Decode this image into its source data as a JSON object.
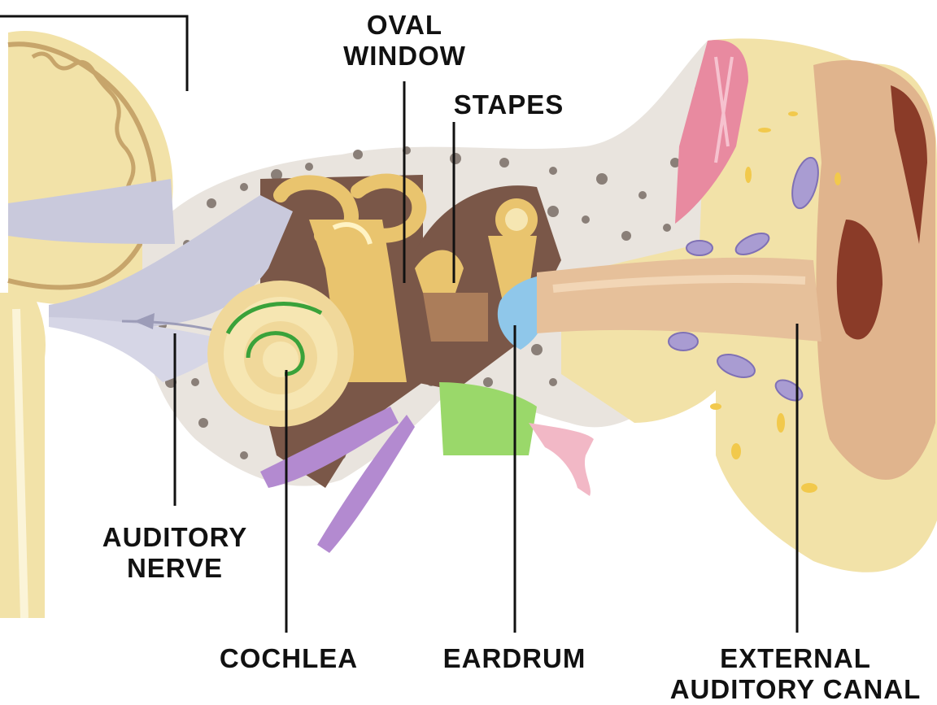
{
  "labels": {
    "oval_window": [
      "OVAL",
      "WINDOW"
    ],
    "stapes": "STAPES",
    "auditory_nerve": [
      "AUDITORY",
      "NERVE"
    ],
    "cochlea": "COCHLEA",
    "eardrum": "EARDRUM",
    "external_auditory_canal": [
      "EXTERNAL",
      "AUDITORY CANAL"
    ]
  },
  "colors": {
    "label_text": "#111111",
    "leader_line": "#111111",
    "bone": "#f2e2a8",
    "bone_light": "#f8efc8",
    "spongy_bone_dots": "#8a7f78",
    "canal_skin": "#e6c09a",
    "pinna_outer": "#e0b48d",
    "pinna_inner": "#8a3b28",
    "muscle_pink": "#e88aa0",
    "nerve_lavender": "#c9c9dc",
    "cochlea_canal": "#3aa23a",
    "cavity_brown": "#7a5748",
    "eardrum_blue": "#8fc7ea",
    "vein_purple": "#b38ad0",
    "tube_green": "#9ad86a",
    "cell_purple": "#a99cd2"
  }
}
